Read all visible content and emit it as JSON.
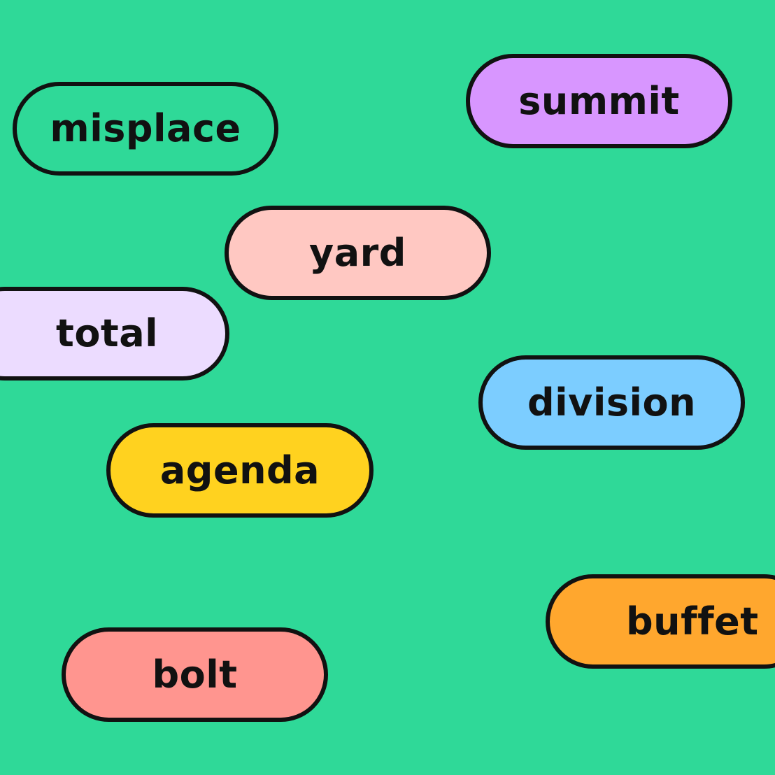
{
  "background_color": "#2fd998",
  "border_color": "#111111",
  "pills": [
    {
      "id": "misplace",
      "label": "misplace",
      "fill": "transparent"
    },
    {
      "id": "summit",
      "label": "summit",
      "fill": "#d896ff"
    },
    {
      "id": "yard",
      "label": "yard",
      "fill": "#ffc8c2"
    },
    {
      "id": "total",
      "label": "total",
      "fill": "#ecdcff"
    },
    {
      "id": "division",
      "label": "division",
      "fill": "#7ccdff"
    },
    {
      "id": "agenda",
      "label": "agenda",
      "fill": "#ffd21f"
    },
    {
      "id": "buffet",
      "label": "buffet",
      "fill": "#ffa72e"
    },
    {
      "id": "bolt",
      "label": "bolt",
      "fill": "#ff958f"
    }
  ]
}
